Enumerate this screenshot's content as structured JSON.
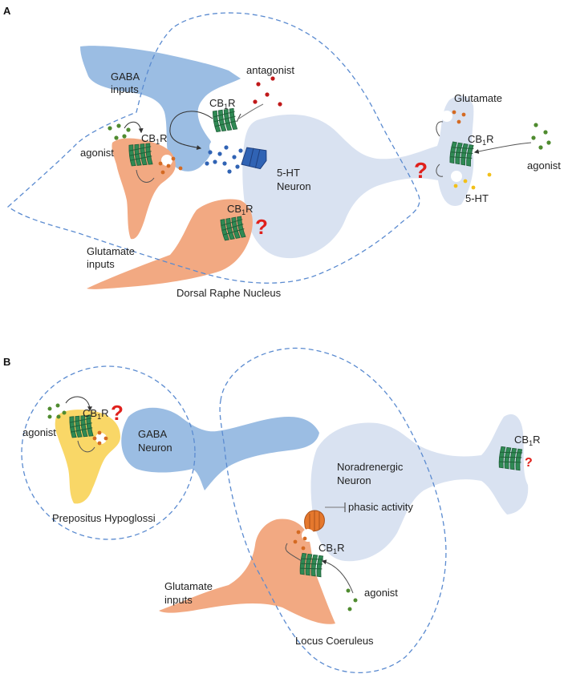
{
  "panel_a": {
    "letter": "A",
    "gaba_line1": "GABA",
    "gaba_line2": "inputs",
    "antagonist": "antagonist",
    "cb1r_top": "CB",
    "cb1r_agonist": "CB",
    "agonist_left": "agonist",
    "neuron_line1": "5-HT",
    "neuron_line2": "Neuron",
    "cb1r_glu": "CB",
    "glu_line1": "Glutamate",
    "glu_line2": "inputs",
    "region": "Dorsal Raphe Nucleus",
    "glutamate": "Glutamate",
    "cb1r_terminal": "CB",
    "ht_label": "5-HT",
    "agonist_right": "agonist",
    "question": "?"
  },
  "panel_b": {
    "letter": "B",
    "cb1r_ph": "CB",
    "agonist_ph": "agonist",
    "gaba_line1": "GABA",
    "gaba_line2": "Neuron",
    "region_ph": "Prepositus Hypoglossi",
    "cb1r_terminal": "CB",
    "nor_line1": "Noradrenergic",
    "nor_line2": "Neuron",
    "phasic": "phasic activity",
    "cb1r_lc": "CB",
    "glu_line1": "Glutamate",
    "glu_line2": "inputs",
    "agonist_lc": "agonist",
    "region_lc": "Locus Coeruleus",
    "question": "?"
  },
  "receptor": {
    "sub": "1",
    "tail": "R"
  },
  "colors": {
    "gaba": "#9bbde3",
    "serotonergic": "#d9e2f1",
    "glutamate": "#f2a982",
    "prepositus": "#f9d767",
    "receptor": "#2f8a54",
    "transporter": "#3063b4",
    "dashed": "#5b8bd0",
    "agonist_dot": "#4f8b2f",
    "antagonist_dot": "#c0191a",
    "glutamate_dot": "#d46a22",
    "serotonin_dot": "#f2c019",
    "question": "#e0201b",
    "alpha2": "#e5782d"
  }
}
